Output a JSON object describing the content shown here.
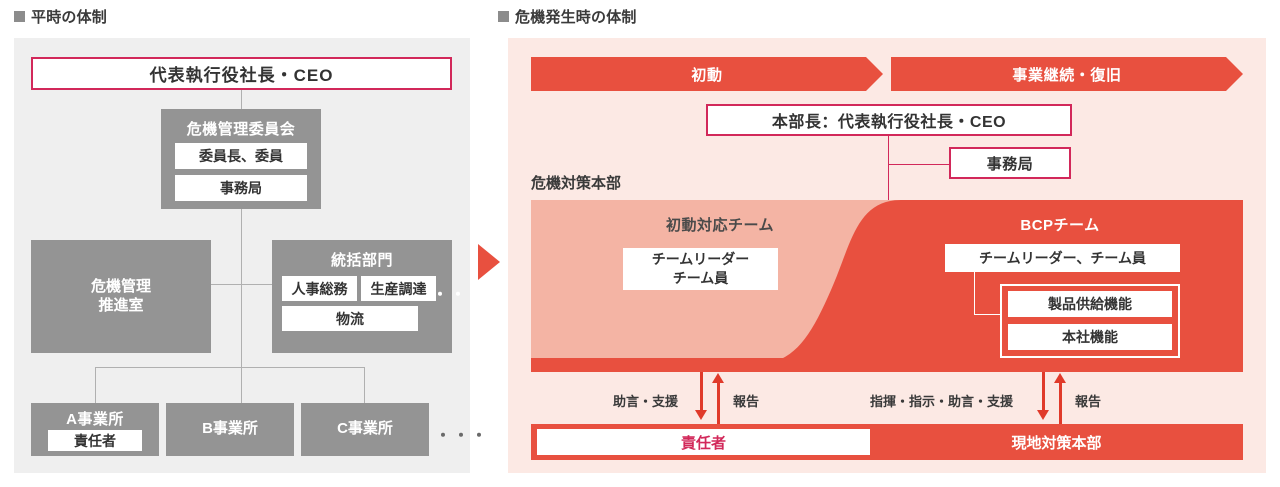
{
  "sections": {
    "normal": {
      "heading": "平時の体制",
      "ceo": "代表執行役社長・CEO",
      "committee": {
        "title": "危機管理委員会",
        "members": "委員長、委員",
        "secretariat": "事務局"
      },
      "promotion_office": "危機管理\n推進室",
      "promotion_office_line1": "危機管理",
      "promotion_office_line2": "推進室",
      "control_division": {
        "title": "統括部門",
        "items": [
          "人事総務",
          "生産調達",
          "物流"
        ],
        "more": "・・・"
      },
      "sites": [
        {
          "name": "A事業所",
          "sub": "責任者"
        },
        {
          "name": "B事業所",
          "sub": ""
        },
        {
          "name": "C事業所",
          "sub": ""
        }
      ],
      "sites_more": "・・・"
    },
    "crisis": {
      "heading": "危機発生時の体制",
      "phases": [
        "初動",
        "事業継続・復旧"
      ],
      "chief": "本部長：代表執行役社長・CEO",
      "secretariat": "事務局",
      "hq_label": "危機対策本部",
      "teams": [
        {
          "title": "初動対応チーム",
          "member_line1": "チームリーダー",
          "member_line2": "チーム員"
        },
        {
          "title": "BCPチーム",
          "members": "チームリーダー、チーム員",
          "functions": [
            "製品供給機能",
            "本社機能"
          ]
        }
      ],
      "flows": [
        {
          "down": "助言・支援",
          "up": "報告"
        },
        {
          "down": "指揮・指示・助言・支援",
          "up": "報告"
        }
      ],
      "local": {
        "responsible": "責任者",
        "headquarters": "現地対策本部"
      }
    }
  },
  "colors": {
    "accent_red": "#e8503f",
    "crimson": "#d2285a",
    "gray_box": "#949494",
    "panel_gray": "#efefef",
    "panel_pink": "#fce9e4",
    "team_light": "#f4b4a4",
    "team_strong": "#e8503f"
  }
}
